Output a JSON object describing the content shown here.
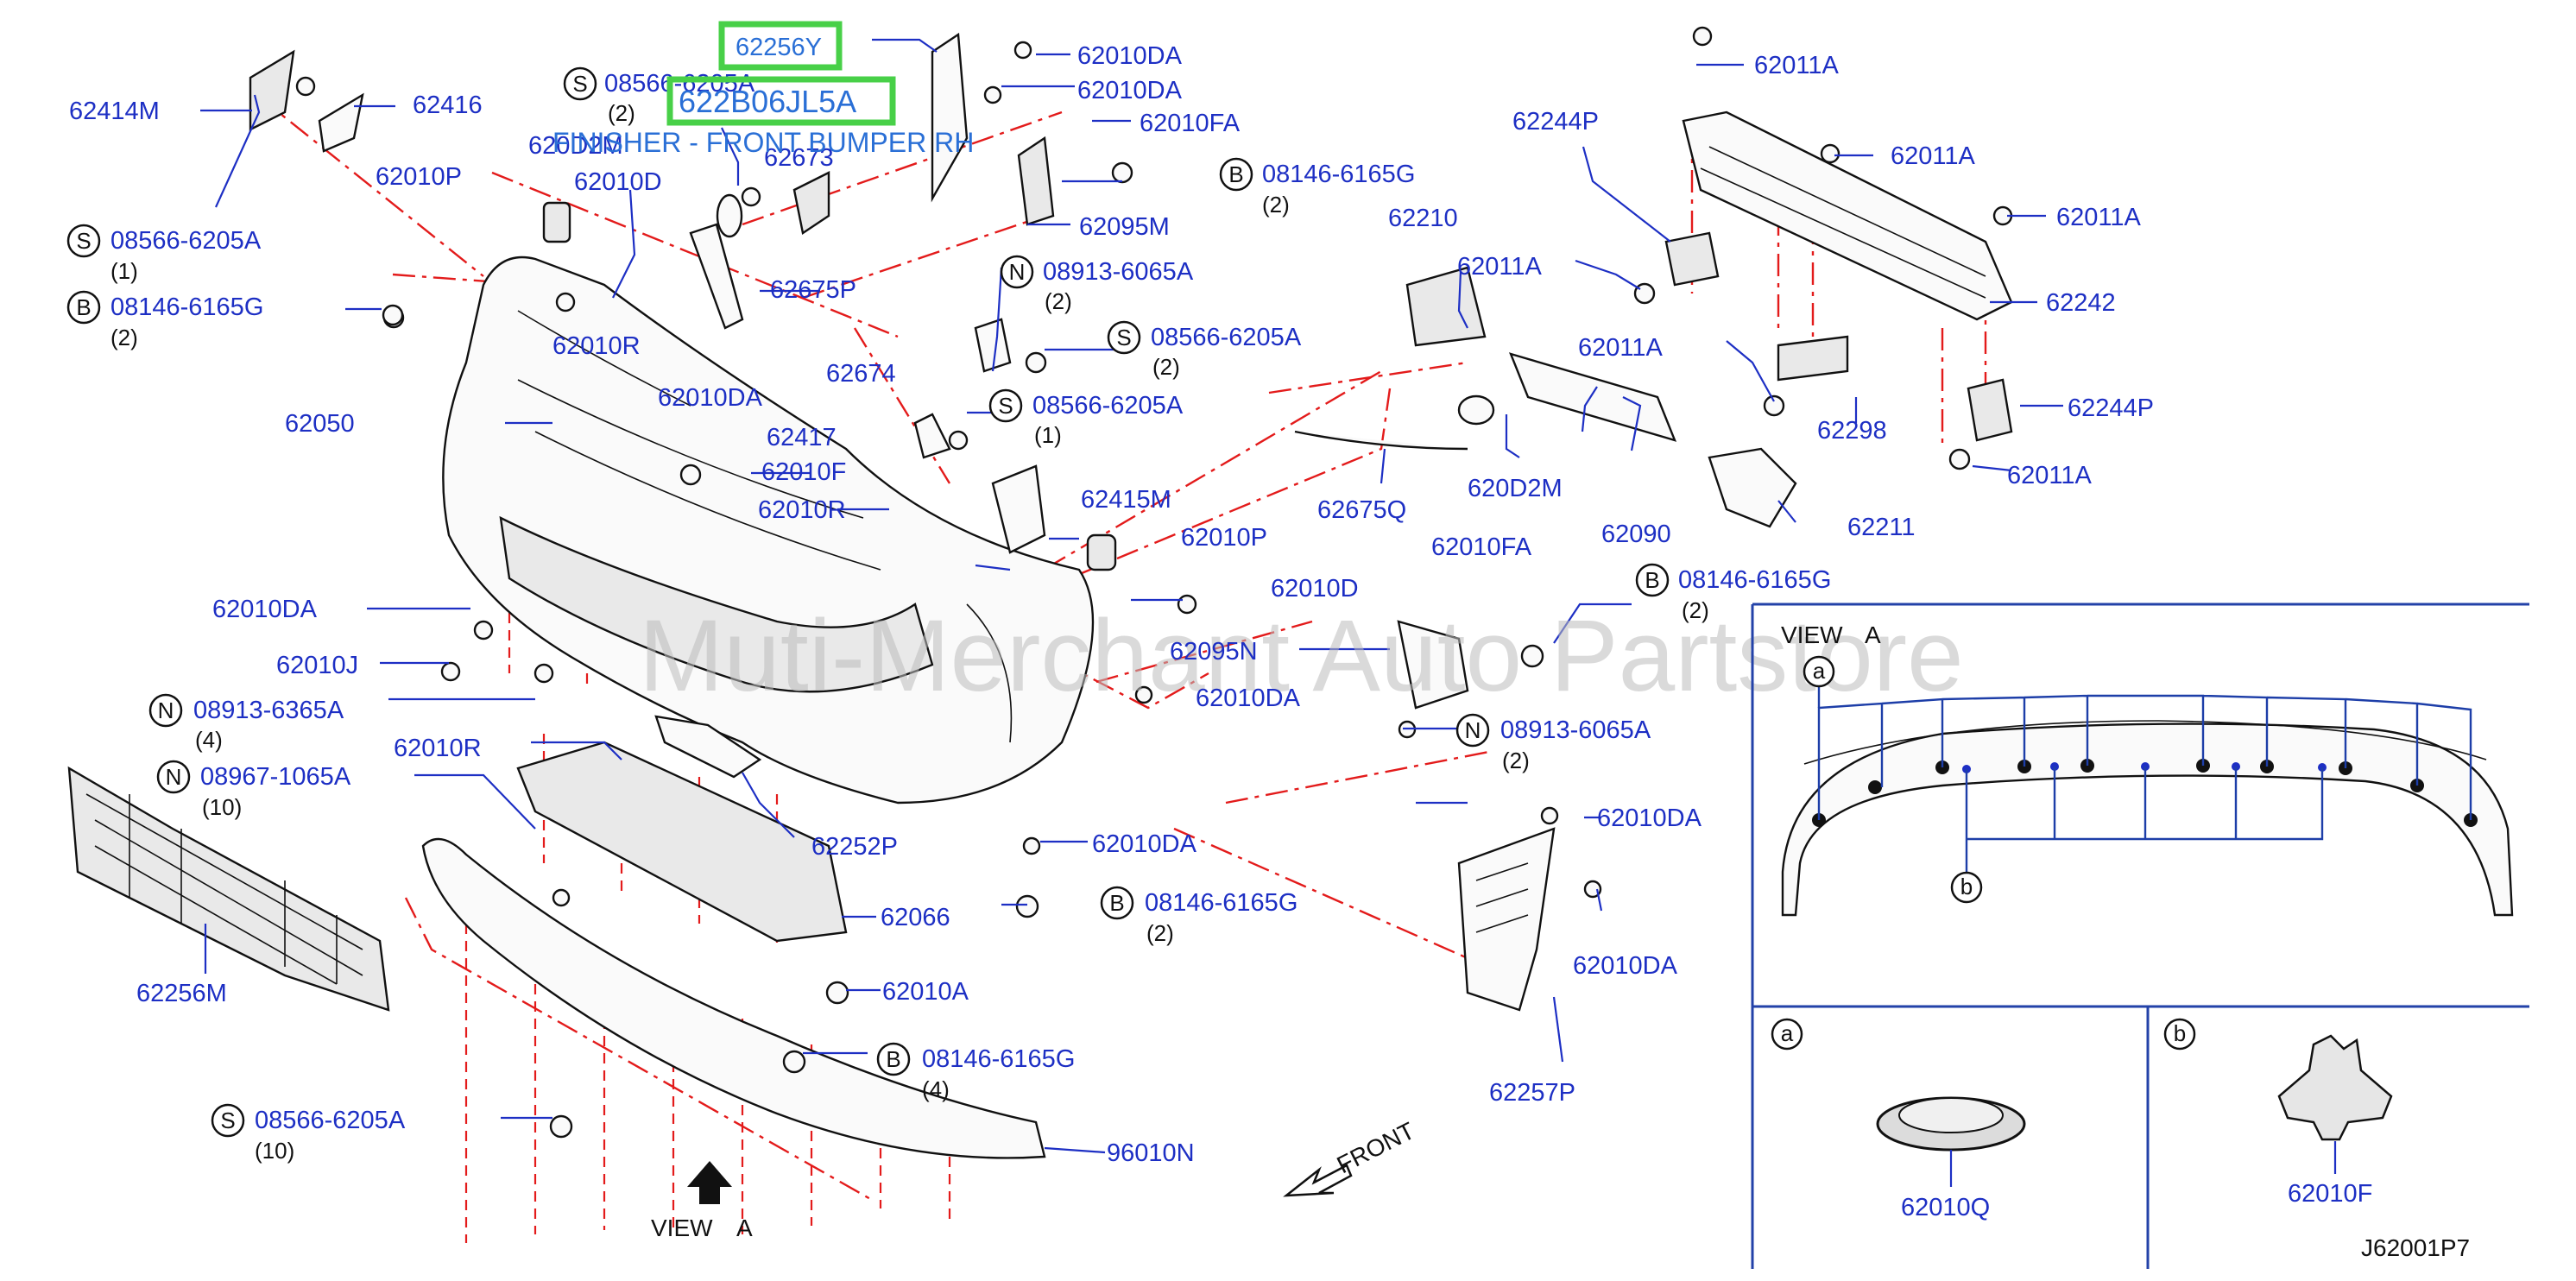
{
  "diagram_code": "J62001P7",
  "watermark": "Muti-Merchant Auto Partstore",
  "highlights": {
    "box1": "62256Y",
    "box2": "622B06JL5A",
    "caption": "FINISHER - FRONT BUMPER RH"
  },
  "views": {
    "view_a_main": "VIEW",
    "view_a_letter": "A",
    "view_a_panel": "VIEW",
    "view_a_panel_letter": "A",
    "front": "FRONT",
    "inset_a": "a",
    "inset_b": "b",
    "inset_a_part": "62010Q",
    "inset_b_part": "62010F",
    "panel_callout_a": "a",
    "panel_callout_b": "b"
  },
  "labels": {
    "l62414M": "62414M",
    "l62416": "62416",
    "l620D2M_top": "620D2M",
    "l62010P_top": "62010P",
    "l62010D_top": "62010D",
    "l62673": "62673",
    "l62010DA_1": "62010DA",
    "l62010DA_2": "62010DA",
    "l62010FA_top": "62010FA",
    "l62095M": "62095M",
    "l62675P": "62675P",
    "l62674": "62674",
    "l62417": "62417",
    "l62010R_1": "62010R",
    "l62010DA_3": "62010DA",
    "l62050": "62050",
    "l62010F": "62010F",
    "l62010R_2": "62010R",
    "l62415M": "62415M",
    "l62010P_mid": "62010P",
    "l62010D_mid": "62010D",
    "l62010DA_4": "62010DA",
    "l62010J": "62010J",
    "l62010R_3": "62010R",
    "l62252P": "62252P",
    "l62256M": "62256M",
    "l62066": "62066",
    "l62010A": "62010A",
    "l62010DA_5": "62010DA",
    "l62095N": "62095N",
    "l62010DA_6": "62010DA",
    "l62010FA_mid": "62010FA",
    "l62010DA_7": "62010DA",
    "l62010DA_8": "62010DA",
    "l62257P": "62257P",
    "l96010N": "96010N",
    "l62210": "62210",
    "l62011A_1": "62011A",
    "l62011A_2": "62011A",
    "l62011A_3": "62011A",
    "l62011A_4": "62011A",
    "l62011A_5": "62011A",
    "l62011A_6": "62011A",
    "l62244P_1": "62244P",
    "l62244P_2": "62244P",
    "l62242": "62242",
    "l62298": "62298",
    "l62675Q": "62675Q",
    "l620D2M_mid": "620D2M",
    "l62090": "62090",
    "l62211": "62211"
  },
  "bolts": {
    "s1": {
      "letter": "S",
      "num": "08566-6205A",
      "qty": "(2)"
    },
    "s2": {
      "letter": "S",
      "num": "08566-6205A",
      "qty": "(1)"
    },
    "b1": {
      "letter": "B",
      "num": "08146-6165G",
      "qty": "(2)"
    },
    "b2": {
      "letter": "B",
      "num": "08146-6165G",
      "qty": "(2)"
    },
    "n1": {
      "letter": "N",
      "num": "08913-6065A",
      "qty": "(2)"
    },
    "s3": {
      "letter": "S",
      "num": "08566-6205A",
      "qty": "(2)"
    },
    "s4": {
      "letter": "S",
      "num": "08566-6205A",
      "qty": "(1)"
    },
    "b3": {
      "letter": "B",
      "num": "08146-6165G",
      "qty": "(2)"
    },
    "n2": {
      "letter": "N",
      "num": "08913-6365A",
      "qty": "(4)"
    },
    "n3": {
      "letter": "N",
      "num": "08967-1065A",
      "qty": "(10)"
    },
    "n4": {
      "letter": "N",
      "num": "08913-6065A",
      "qty": "(2)"
    },
    "b4": {
      "letter": "B",
      "num": "08146-6165G",
      "qty": "(2)"
    },
    "b5": {
      "letter": "B",
      "num": "08146-6165G",
      "qty": "(4)"
    },
    "s5": {
      "letter": "S",
      "num": "08566-6205A",
      "qty": "(10)"
    }
  }
}
